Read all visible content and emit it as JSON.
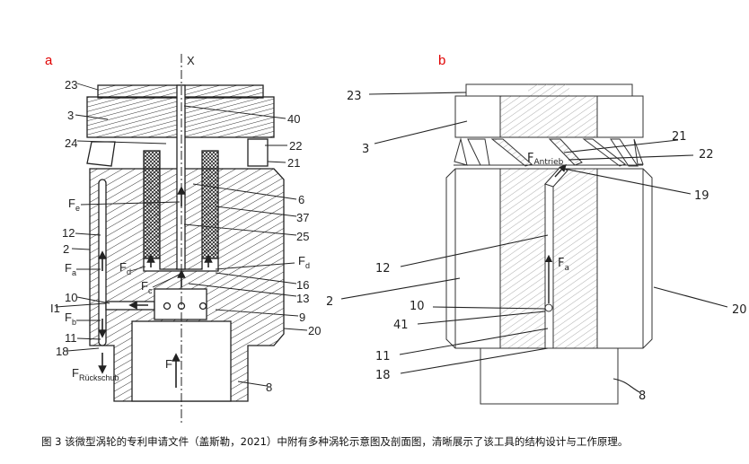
{
  "panel_a": {
    "letter": "a",
    "axis_label": "X",
    "labels": {
      "l23": "23",
      "l3": "3",
      "l24": "24",
      "l40": "40",
      "l22": "22",
      "l21": "21",
      "Fe": "F",
      "Fe_sub": "e",
      "l6": "6",
      "l37": "37",
      "l12": "12",
      "l2": "2",
      "l25": "25",
      "Fa": "F",
      "Fa_sub": "a",
      "Fd1": "F",
      "Fd1_sub": "d",
      "Fd2": "F",
      "Fd2_sub": "d",
      "l16": "16",
      "Fc": "F",
      "Fc_sub": "c",
      "l10": "10",
      "l13": "13",
      "I1": "I1",
      "Fb": "F",
      "Fb_sub": "b",
      "l9": "9",
      "l20": "20",
      "l11": "11",
      "l18": "18",
      "Fr": "F",
      "Fr_sub": "Rückschub",
      "F": "F",
      "l8": "8"
    }
  },
  "panel_b": {
    "letter": "b",
    "labels": {
      "l23": "23",
      "l3": "3",
      "l21": "21",
      "l22": "22",
      "Fan": "F",
      "Fan_sub": "Antrieb",
      "l19": "19",
      "l12": "12",
      "l2": "2",
      "l10": "10",
      "l20": "20",
      "l41": "41",
      "l11": "11",
      "l18": "18",
      "l8": "8",
      "Fa": "F",
      "Fa_sub": "a"
    }
  },
  "caption": "图 3 该微型涡轮的专利申请文件（盖斯勒，2021）中附有多种涡轮示意图及剖面图，清晰展示了该工具的结构设计与工作原理。",
  "colors": {
    "panel_letter": "#e00000",
    "line": "#222222"
  }
}
